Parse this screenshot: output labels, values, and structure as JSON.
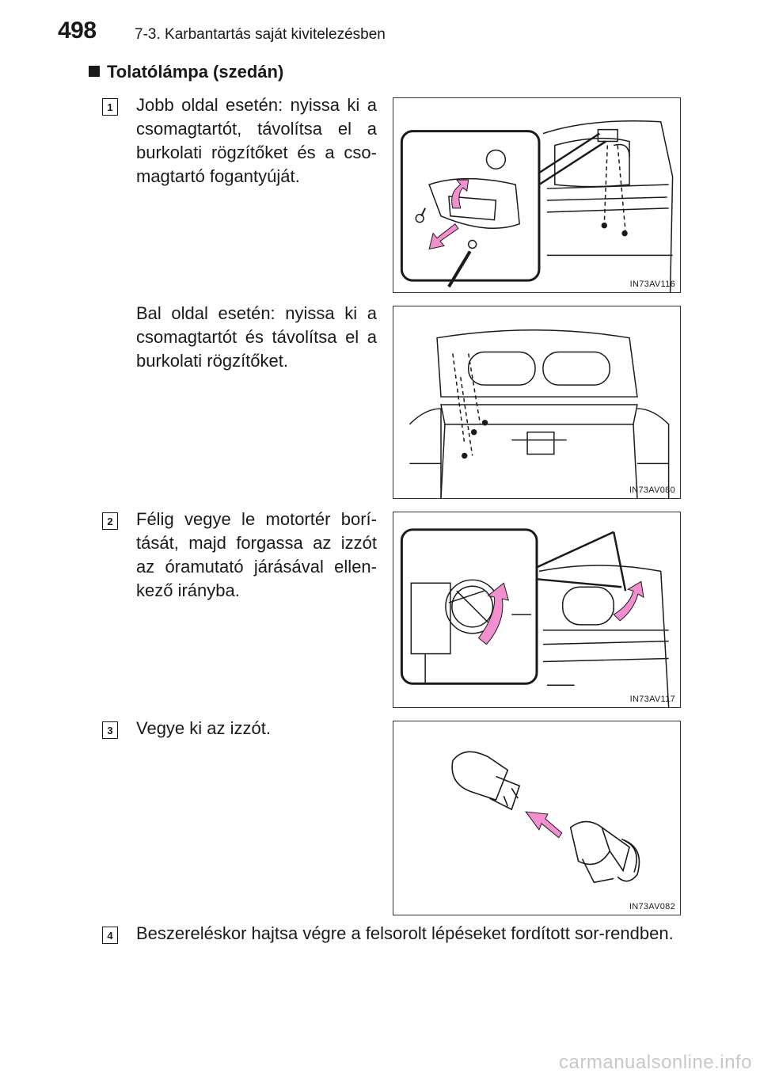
{
  "header": {
    "page_number": "498",
    "chapter": "7-3. Karbantartás saját kivitelezésben"
  },
  "section": {
    "title": "Tolatólámpa (szedán)"
  },
  "steps": [
    {
      "number": "1",
      "text": "Jobb oldal esetén: nyissa ki a csomagtartót, távolítsa el a burkolati rögzítőket és a cso-magtartó fogantyúját."
    },
    {
      "number": "",
      "text": "Bal oldal esetén: nyissa ki a csomagtartót és távolítsa el a burkolati rögzítőket."
    },
    {
      "number": "2",
      "text": "Félig vegye le motortér borí-tását, majd forgassa az izzót az óramutató járásával ellen-kező irányba."
    },
    {
      "number": "3",
      "text": "Vegye ki az izzót."
    },
    {
      "number": "4",
      "text": "Beszereléskor hajtsa végre a felsorolt lépéseket fordított sor-rendben."
    }
  ],
  "figures": [
    {
      "code": "IN73AV116"
    },
    {
      "code": "IN73AV080"
    },
    {
      "code": "IN73AV117"
    },
    {
      "code": "IN73AV082"
    }
  ],
  "colors": {
    "arrow": "#f28fcf",
    "line": "#1a1a1a"
  },
  "footer": {
    "watermark": "carmanualsonline.info"
  }
}
